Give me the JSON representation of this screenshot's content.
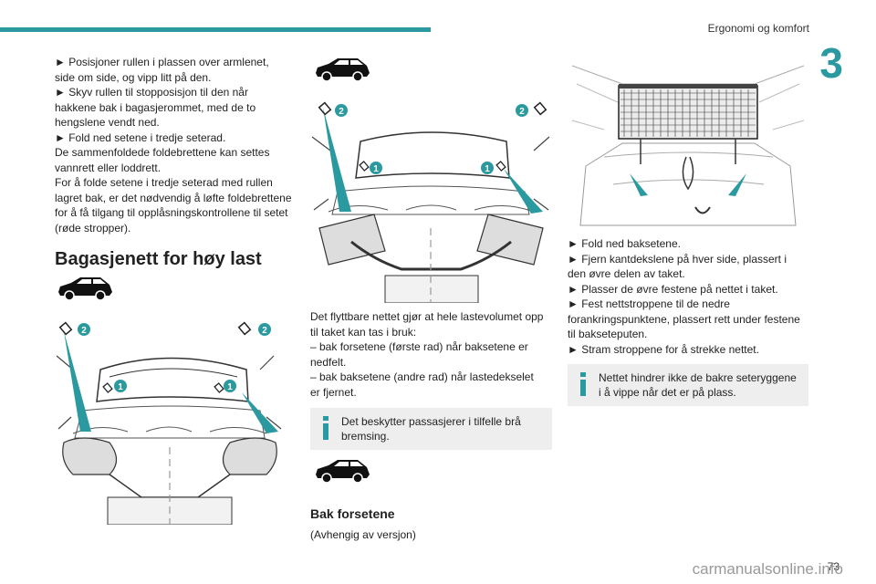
{
  "header": {
    "section": "Ergonomi og komfort",
    "chapter": "3"
  },
  "footer": {
    "page": "73",
    "watermark": "carmanualsonline.info"
  },
  "col1": {
    "lines": [
      "► Posisjoner rullen i plassen over armlenet,",
      "side om side, og vipp litt på den.",
      "► Skyv rullen til stopposisjon til den når",
      "hakkene bak i bagasjerommet, med de to",
      "hengslene vendt ned.",
      "► Fold ned setene i tredje seterad.",
      "De sammenfoldede foldebrettene kan settes",
      "vannrett eller loddrett.",
      "For å folde setene i tredje seterad med rullen",
      "lagret bak, er det nødvendig å løfte foldebrettene",
      "for å få tilgang til opplåsningskontrollene til setet",
      "(røde stropper)."
    ],
    "heading": "Bagasjenett for høy last"
  },
  "col2": {
    "lines": [
      "Det flyttbare nettet gjør at hele lastevolumet opp",
      "til taket kan tas i bruk:",
      "– bak forsetene (første rad) når baksetene er",
      "nedfelt.",
      "– bak baksetene (andre rad) når lastedekselet",
      "er fjernet."
    ],
    "note": [
      "Det beskytter passasjerer i tilfelle brå",
      "bremsing."
    ],
    "heading": "Bak forsetene",
    "subtitle": "(Avhengig av versjon)"
  },
  "col3": {
    "lines": [
      "► Fold ned baksetene.",
      "► Fjern kantdekslene på hver side, plassert i",
      "den øvre delen av taket.",
      "► Plasser de øvre festene på nettet i taket.",
      "► Fest nettstroppene til de nedre",
      "forankringspunktene, plassert rett under festene",
      "til bakseteputen.",
      "► Stram stroppene for å strekke nettet."
    ],
    "note": [
      "Nettet hindrer ikke de bakre seteryggene",
      "i å vippe når det er på plass."
    ]
  },
  "callouts": {
    "one": "1",
    "two": "2"
  },
  "colors": {
    "accent": "#2a9aa0",
    "note_bg": "#eeeeee"
  }
}
